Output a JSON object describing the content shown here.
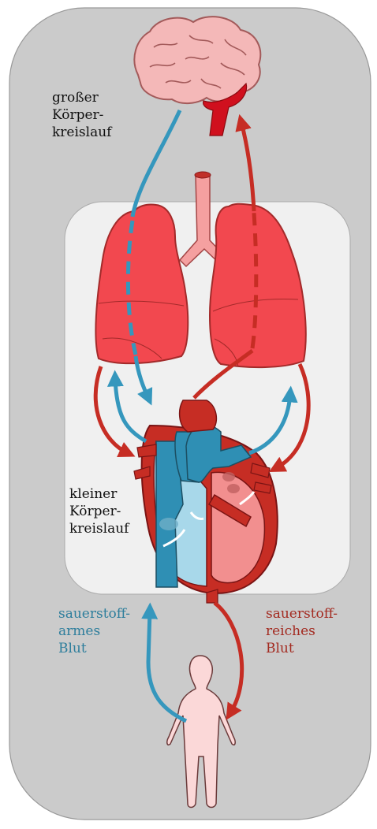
{
  "labels": {
    "systemic": [
      "großer",
      "Körper-",
      "kreislauf"
    ],
    "pulmonary": [
      "kleiner",
      "Körper-",
      "kreislauf"
    ],
    "deoxygenated": [
      "sauerstoff-",
      "armes",
      "Blut"
    ],
    "oxygenated": [
      "sauerstoff-",
      "reiches",
      "Blut"
    ]
  },
  "colors": {
    "outer_panel": "#cbcbcb",
    "inner_panel": "#f0f0f0",
    "deoxygenated_blood": "#3597bd",
    "oxygenated_blood": "#c62d24",
    "lung": "#f2484f",
    "brain": "#f4b8b8",
    "body": "#fbd8d8",
    "heart_chamber_blue": "#a8d8ea",
    "heart_chamber_red": "#f28f8f"
  }
}
